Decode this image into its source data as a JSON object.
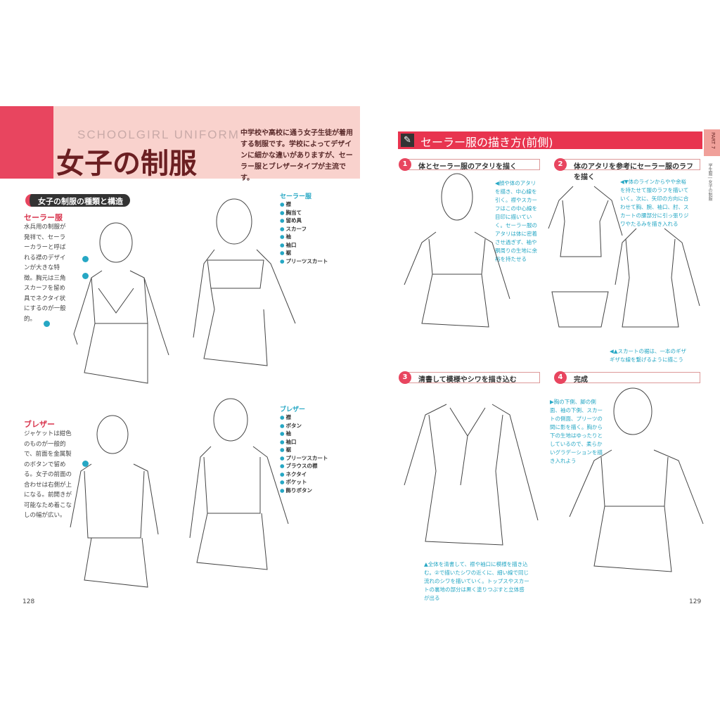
{
  "left_page": {
    "header": {
      "subtitle_en": "SCHOOLGIRL UNIFORM",
      "title": "女子の制服",
      "intro": "中学校や高校に通う女子生徒が着用する制服です。学校によってデザインに細かな違いがありますが、セーラー服とブレザータイプが主流です。"
    },
    "section_title": "女子の制服の種類と構造",
    "sailor": {
      "heading": "セーラー服",
      "text": "水兵用の制服が発祥で、セーラーカラーと呼ばれる襟のデザインが大きな特徴。胸元は三角スカーフを留め具でネクタイ状にするのが一般的。",
      "legend_title": "セーラー服",
      "legend": [
        "襟",
        "胸当て",
        "留め具",
        "スカーフ",
        "袖",
        "袖口",
        "裾",
        "プリーツスカート"
      ]
    },
    "blazer": {
      "heading": "ブレザー",
      "text": "ジャケットは紺色のものが一般的で、前面を金属製のボタンで留める。女子の前面の合わせは右側が上になる。前開きが可能なため着こなしの幅が広い。",
      "legend_title": "ブレザー",
      "legend": [
        "襟",
        "ボタン",
        "袖",
        "袖口",
        "裾",
        "プリーツスカート",
        "ブラウスの襟",
        "ネクタイ",
        "ポケット",
        "飾りボタン"
      ]
    },
    "page_number": "128"
  },
  "right_page": {
    "section_title": "セーラー服の描き方(前側)",
    "steps": [
      {
        "num": "1",
        "title": "体とセーラー服のアタリを描く",
        "note": "◀顔や体のアタリを描き、中心線を引く。襟やスカーフはこの中心線を目印に描いていく。セーラー服のアタリは体に密着させ過ぎず、袖や胴周りの生地に余裕を持たせる"
      },
      {
        "num": "2",
        "title": "体のアタリを参考にセーラー服のラフを描く",
        "note": "◀▼体のラインからやや余裕を持たせて服のラフを描いていく。次に、矢印の方向に合わせて胸、腕、袖口、肘、スカートの腰部分に引っ張りジワやたるみを描き入れる",
        "note2": "◀▲スカートの裾は、一本のギザギザな線を繋げるように描こう"
      },
      {
        "num": "3",
        "title": "清書して模様やシワを描き込む",
        "note": "▲全体を清書して、襟や袖口に模様を描き込む。②で描いたシワの近くに、細い線で同じ流れのシワを描いていく。トップスやスカートの裏地の部分は黒く塗りつぶすと立体感が出る"
      },
      {
        "num": "4",
        "title": "完成",
        "note": "▶胸の下側、脚の側面、袖の下側、スカートの側面、プリーツの間に影を描く。胸から下の生地はゆったりとしているので、柔らかいグラデーションを描き入れよう"
      }
    ],
    "part_tab": "PART 7",
    "side_label": "学生服 | 女子の制服",
    "page_number": "129"
  },
  "colors": {
    "accent": "#e8344f",
    "banner": "#f9d2cd",
    "cyan": "#26a7c4",
    "title": "#6b1f22"
  }
}
